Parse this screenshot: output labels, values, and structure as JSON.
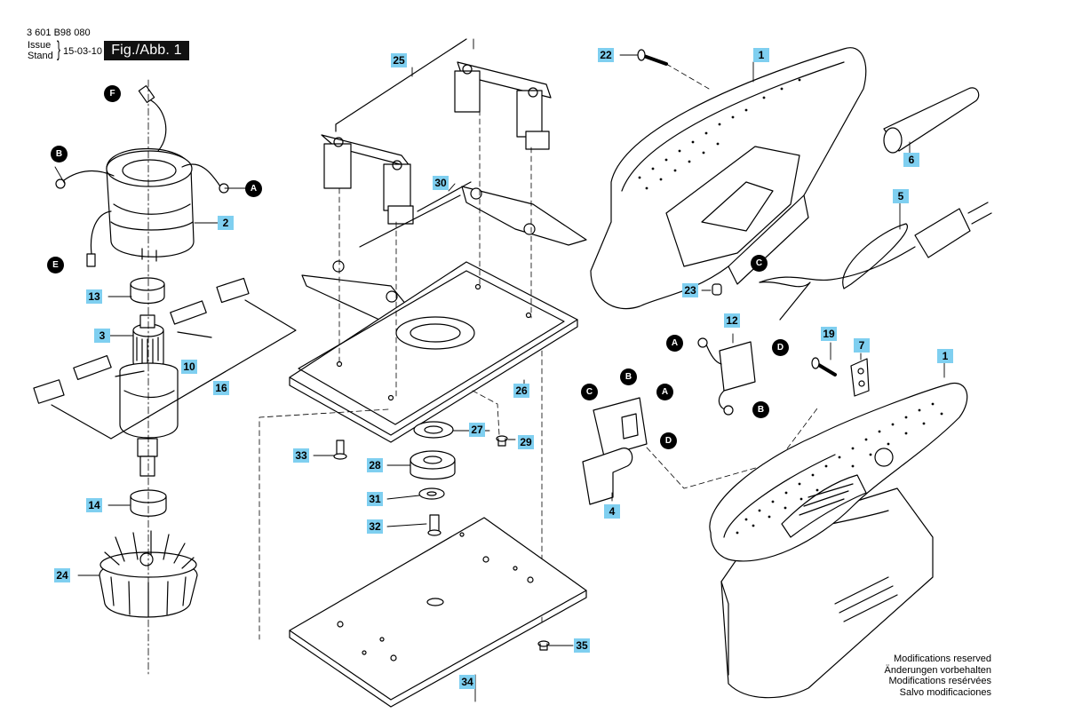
{
  "header": {
    "doc_number": "3 601 B98 080",
    "issue_label": "Issue",
    "stand_label": "Stand",
    "issue_date": "15-03-10",
    "figure_label": "Fig./Abb. 1"
  },
  "notes": [
    "Modifications reserved",
    "Änderungen vorbehalten",
    "Modifications resérvées",
    "Salvo modificaciones"
  ],
  "part_labels": {
    "p1a": "1",
    "p1b": "1",
    "p2": "2",
    "p3": "3",
    "p4": "4",
    "p5": "5",
    "p6": "6",
    "p7": "7",
    "p10": "10",
    "p12": "12",
    "p13": "13",
    "p14": "14",
    "p16": "16",
    "p19": "19",
    "p22": "22",
    "p23": "23",
    "p24": "24",
    "p25": "25",
    "p26": "26",
    "p27": "27",
    "p28": "28",
    "p29": "29",
    "p30": "30",
    "p31": "31",
    "p32": "32",
    "p33": "33",
    "p34": "34",
    "p35": "35"
  },
  "connectors": {
    "motor_f": "F",
    "motor_b": "B",
    "motor_a": "A",
    "motor_e": "E",
    "cord_c": "C",
    "cord_d": "D",
    "cap_a": "A",
    "cap_b": "B",
    "switch_b": "B",
    "switch_c": "C",
    "switch_a": "A",
    "switch_d": "D"
  },
  "colors": {
    "label_fill": "#7fcff0",
    "connector_fill": "#000000",
    "line": "#000000"
  }
}
